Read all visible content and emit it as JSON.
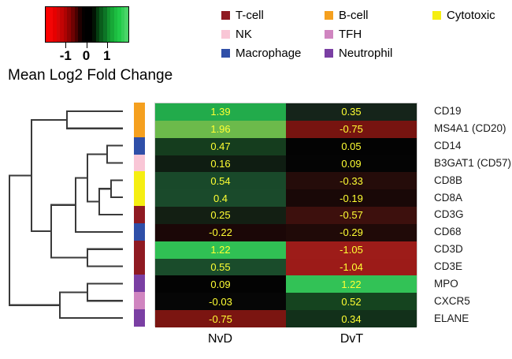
{
  "colorbar": {
    "title": "Mean Log2 Fold Change",
    "tick_labels": [
      "-1",
      "0",
      "1"
    ],
    "tick_values": [
      -1,
      0,
      1
    ],
    "range": [
      -2,
      2
    ],
    "gradient_stops": [
      "#ff0000",
      "#000000",
      "#00cc33"
    ],
    "swatches": [
      "#fe0000",
      "#f40505",
      "#e60000",
      "#d40606",
      "#c20404",
      "#ad0303",
      "#8f0303",
      "#6e0202",
      "#4a0101",
      "#200000",
      "#050000",
      "#000000",
      "#000000",
      "#021404",
      "#043d10",
      "#0a5c1c",
      "#0d7426",
      "#13932f",
      "#17a837",
      "#1cbc40",
      "#21c948",
      "#35cf58",
      "#4ad468"
    ]
  },
  "celltype_legend": [
    {
      "label": "T-cell",
      "color": "#8f1a22"
    },
    {
      "label": "B-cell",
      "color": "#f5a01f"
    },
    {
      "label": "Cytotoxic",
      "color": "#f5ee12"
    },
    {
      "label": "NK",
      "color": "#f9c6d6"
    },
    {
      "label": "TFH",
      "color": "#d085c0"
    },
    {
      "label": "Macrophage",
      "color": "#2f4fa8"
    },
    {
      "label": "Neutrophil",
      "color": "#7a3fa3"
    }
  ],
  "columns": [
    "NvD",
    "DvT"
  ],
  "chart_data": {
    "type": "heatmap",
    "title": "Mean Log2 Fold Change",
    "xlabel": "",
    "ylabel": "",
    "columns": [
      "NvD",
      "DvT"
    ],
    "rows": [
      "CD19",
      "MS4A1 (CD20)",
      "CD14",
      "B3GAT1 (CD57)",
      "CD8B",
      "CD8A",
      "CD3G",
      "CD68",
      "CD3D",
      "CD3E",
      "MPO",
      "CXCR5",
      "ELANE"
    ],
    "row_annotations": [
      "B-cell",
      "B-cell",
      "Macrophage",
      "NK",
      "Cytotoxic",
      "Cytotoxic",
      "T-cell",
      "Macrophage",
      "T-cell",
      "T-cell",
      "Neutrophil",
      "TFH",
      "Neutrophil"
    ],
    "values": [
      [
        1.39,
        0.35
      ],
      [
        1.96,
        -0.75
      ],
      [
        0.47,
        0.05
      ],
      [
        0.16,
        0.09
      ],
      [
        0.54,
        -0.33
      ],
      [
        0.4,
        -0.19
      ],
      [
        0.25,
        -0.57
      ],
      [
        -0.22,
        -0.29
      ],
      [
        1.22,
        -1.05
      ],
      [
        0.55,
        -1.04
      ],
      [
        0.09,
        1.22
      ],
      [
        -0.03,
        0.52
      ],
      [
        -0.75,
        0.34
      ]
    ],
    "colors": [
      [
        "#22ab4b",
        "#15241a"
      ],
      [
        "#6cba4b",
        "#771410"
      ],
      [
        "#153d1e",
        "#030303"
      ],
      [
        "#0f1d12",
        "#040404"
      ],
      [
        "#19492a",
        "#250c0a"
      ],
      [
        "#1a4a2b",
        "#190807"
      ],
      [
        "#131f13",
        "#3d100d"
      ],
      [
        "#1b0707",
        "#200a08"
      ],
      [
        "#30c054",
        "#9d1c19"
      ],
      [
        "#1a4c2b",
        "#9c1b18"
      ],
      [
        "#030303",
        "#32c256"
      ],
      [
        "#060606",
        "#15441f"
      ],
      [
        "#7b1511",
        "#12301a"
      ]
    ],
    "value_text_color": "#ffff33",
    "colorscale": {
      "low": "#ff0000",
      "mid": "#000000",
      "high": "#00cc33",
      "midpoint": 0
    },
    "grid": false,
    "legend_position": "top"
  },
  "dendrogram": {
    "orientation": "left",
    "leaf_count": 13
  }
}
